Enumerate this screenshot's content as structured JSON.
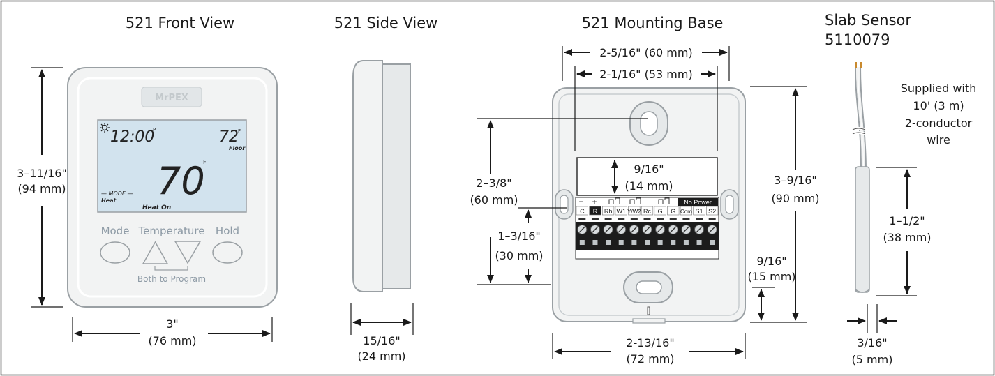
{
  "colors": {
    "frame": "#333333",
    "device_fill": "#f2f3f3",
    "device_stroke": "#9aa0a4",
    "lcd": "#d2e3ee",
    "terminal_black": "#1c1c1c",
    "label_grey": "#8d9aa5"
  },
  "front": {
    "title": "521 Front View",
    "logo": "MrPEX",
    "lcd_time": "12:00",
    "lcd_time_suffix": "P",
    "lcd_floor_temp": "72",
    "lcd_floor_unit": "F",
    "lcd_floor_label": "Floor",
    "lcd_main_temp": "70",
    "lcd_main_unit": "F",
    "lcd_mode_label": "— MODE —",
    "lcd_mode_value": "Heat",
    "lcd_status": "Heat On",
    "btn_mode": "Mode",
    "btn_temperature": "Temperature",
    "btn_hold": "Hold",
    "both_to_program": "Both to Program",
    "dim_height_1": "3–11/16\"",
    "dim_height_2": "(94 mm)",
    "dim_width_1": "3\"",
    "dim_width_2": "(76 mm)"
  },
  "side": {
    "title": "521 Side View",
    "dim_1": "15/16\"",
    "dim_2": "(24 mm)"
  },
  "base": {
    "title": "521 Mounting Base",
    "dim_top_outer": "2-5/16\" (60 mm)",
    "dim_top_inner": "2-1/16\" (53 mm)",
    "dim_slot_1": "9/16\"",
    "dim_slot_2": "(14 mm)",
    "dim_left_outer_1": "2–3/8\"",
    "dim_left_outer_2": "(60 mm)",
    "dim_left_inner_1": "1–3/16\"",
    "dim_left_inner_2": "(30 mm)",
    "dim_right_outer_1": "3–9/16\"",
    "dim_right_outer_2": "(90 mm)",
    "dim_right_inner_1": "9/16\"",
    "dim_right_inner_2": "(15 mm)",
    "dim_bottom_1": "2-13/16\"",
    "dim_bottom_2": "(72 mm)",
    "no_power": "No Power",
    "terminal_labels": [
      "C",
      "R",
      "Rh",
      "W1",
      "Y/W2",
      "Rc",
      "G",
      "G",
      "Com",
      "S1",
      "S2"
    ],
    "terminal_signs": [
      "−",
      "+"
    ]
  },
  "sensor": {
    "title_1": "Slab Sensor",
    "title_2": "5110079",
    "note_1": "Supplied with",
    "note_2": "10' (3 m)",
    "note_3": "2-conductor",
    "note_4": "wire",
    "dim_len_1": "1–1/2\"",
    "dim_len_2": "(38 mm)",
    "dim_dia_1": "3/16\"",
    "dim_dia_2": "(5 mm)"
  }
}
